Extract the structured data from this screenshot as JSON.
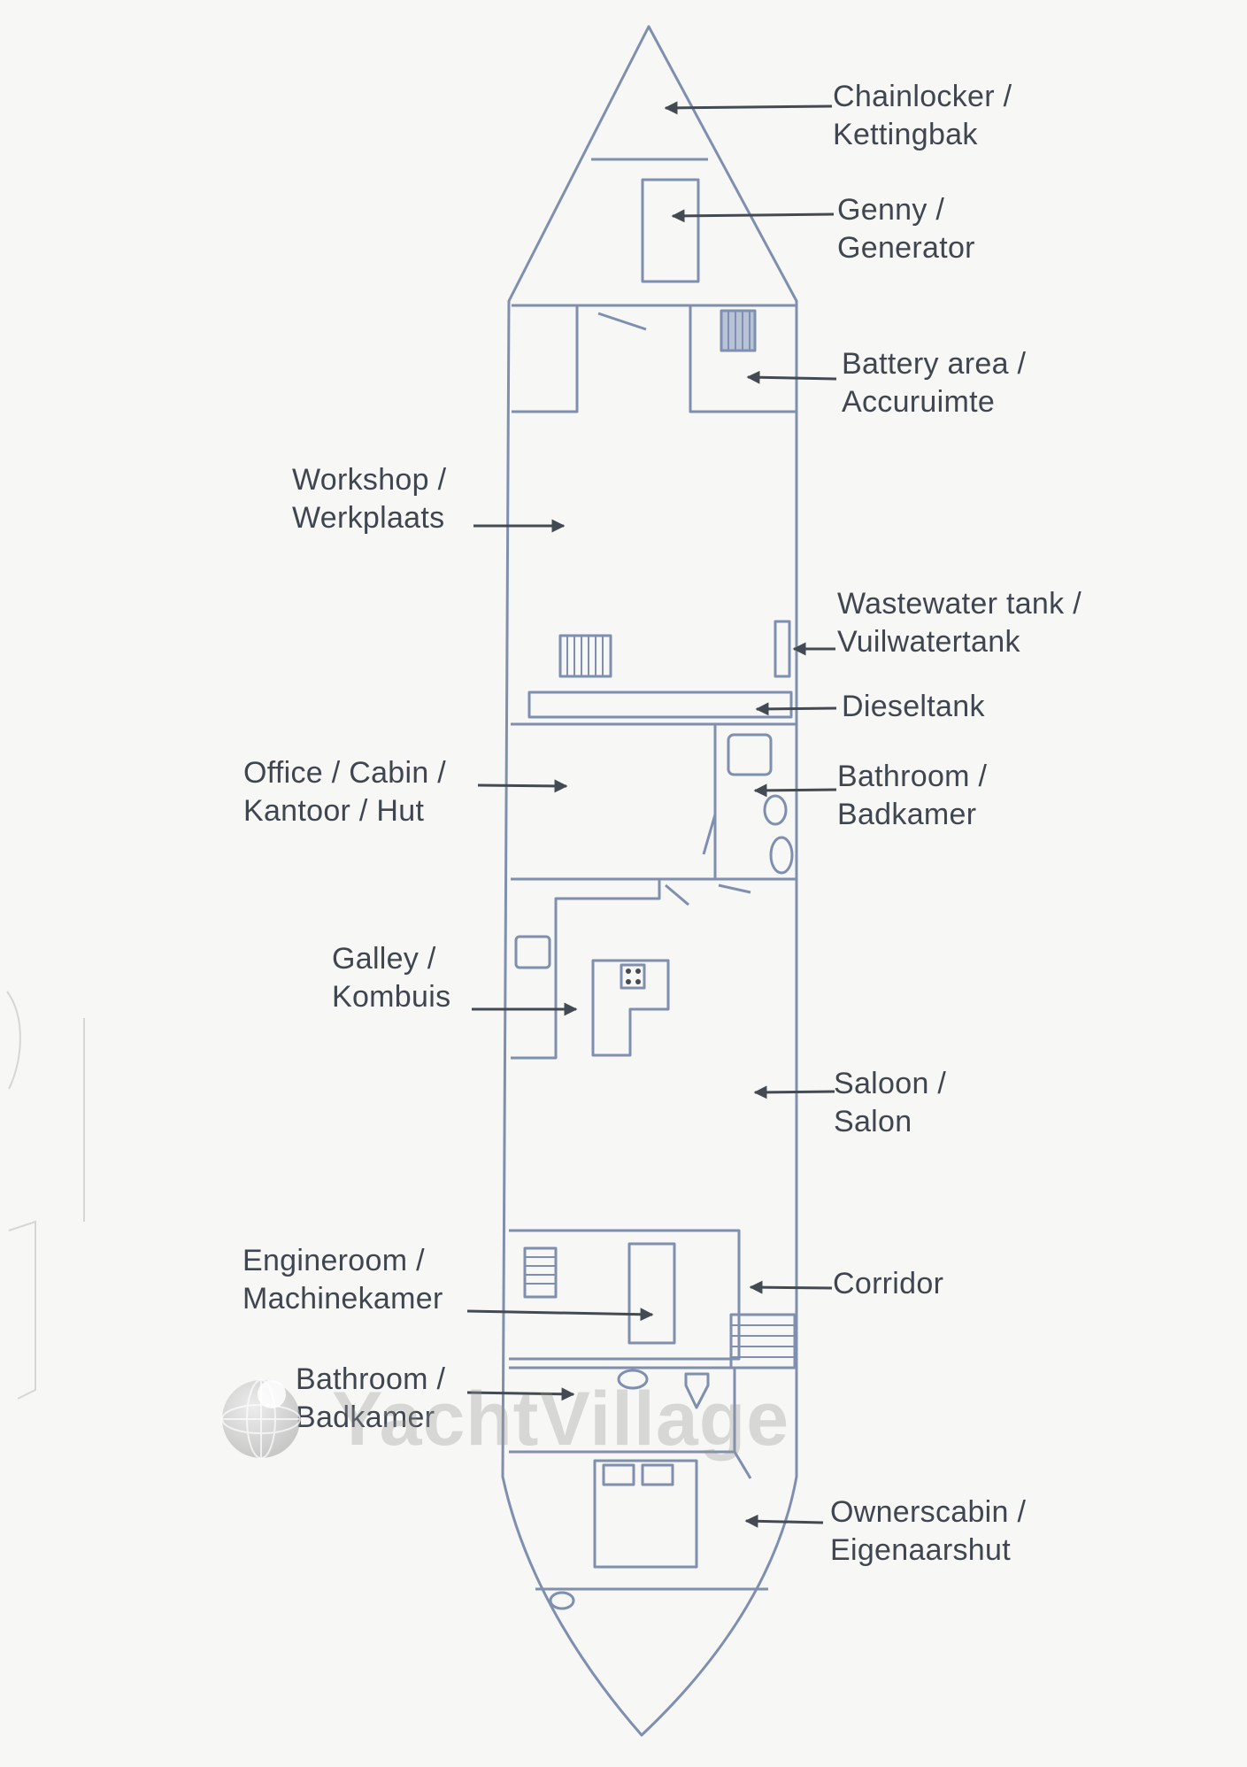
{
  "labels": {
    "chainlocker": {
      "line1": "Chainlocker /",
      "line2": "Kettingbak"
    },
    "genny": {
      "line1": "Genny /",
      "line2": "Generator"
    },
    "battery": {
      "line1": "Battery area /",
      "line2": "Accuruimte"
    },
    "workshop": {
      "line1": "Workshop /",
      "line2": "Werkplaats"
    },
    "wastewater": {
      "line1": "Wastewater tank /",
      "line2": "Vuilwatertank"
    },
    "dieseltank": {
      "line1": "Dieseltank"
    },
    "office": {
      "line1": "Office / Cabin /",
      "line2": "Kantoor / Hut"
    },
    "bathroom_fwd": {
      "line1": "Bathroom /",
      "line2": "Badkamer"
    },
    "galley": {
      "line1": "Galley /",
      "line2": "Kombuis"
    },
    "saloon": {
      "line1": "Saloon /",
      "line2": "Salon"
    },
    "engineroom": {
      "line1": "Engineroom /",
      "line2": "Machinekamer"
    },
    "corridor": {
      "line1": "Corridor"
    },
    "bathroom_aft": {
      "line1": "Bathroom /",
      "line2": "Badkamer"
    },
    "ownerscabin": {
      "line1": "Ownerscabin /",
      "line2": "Eigenaarshut"
    }
  },
  "watermark": {
    "text": "YachtVillage",
    "icon": "globe-icon"
  },
  "colors": {
    "plan_line": "#7f8fb0",
    "arrow": "#444a52",
    "label": "#3f4650",
    "fill_blue": "#b9c3d8"
  }
}
